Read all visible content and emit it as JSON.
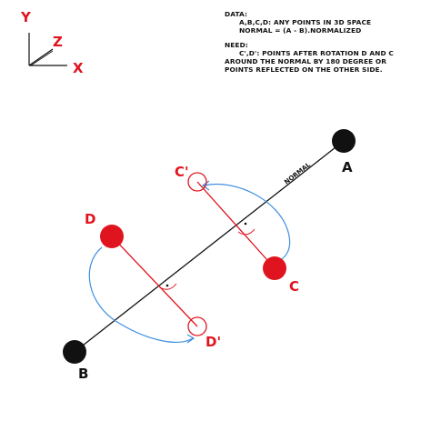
{
  "axes": {
    "y_label": "Y",
    "z_label": "Z",
    "x_label": "X"
  },
  "notes": {
    "data_heading": "DATA:",
    "data_line1": "A,B,C,D: ANY POINTS IN 3D SPACE",
    "data_line2": "NORMAL = (A - B).NORMALIZED",
    "need_heading": "NEED:",
    "need_line1": "C',D': POINTS AFTER ROTATION D AND C",
    "need_line2": "AROUND THE NORMAL BY 180 DEGREE OR",
    "need_line3": "POINTS REFLECTED ON THE OTHER SIDE."
  },
  "points": {
    "a_label": "A",
    "b_label": "B",
    "c_label": "C",
    "d_label": "D",
    "c_prime_label": "C'",
    "d_prime_label": "D'"
  },
  "normal_label": "NORMAL",
  "colors": {
    "black": "#111111",
    "red": "#e0141e",
    "blue": "#3f8fe0"
  }
}
